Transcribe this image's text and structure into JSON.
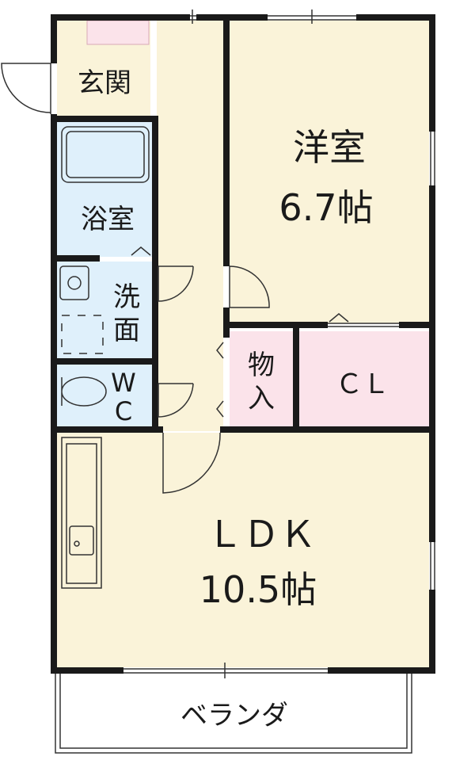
{
  "rooms": {
    "genkan": "玄関",
    "yokushitsu": "浴室",
    "senmen_1": "洗",
    "senmen_2": "面",
    "wc_1": "W",
    "wc_2": "C",
    "youshitsu_name": "洋室",
    "youshitsu_size": "6.7帖",
    "monoire_1": "物",
    "monoire_2": "入",
    "closet": "ＣＬ",
    "ldk_name": "ＬＤＫ",
    "ldk_size": "10.5帖",
    "veranda": "ベランダ"
  },
  "colors": {
    "floor": "#faf3d9",
    "wet_area": "#dff0fb",
    "storage": "#fbe3ea",
    "wall": "#1a1a1a"
  }
}
